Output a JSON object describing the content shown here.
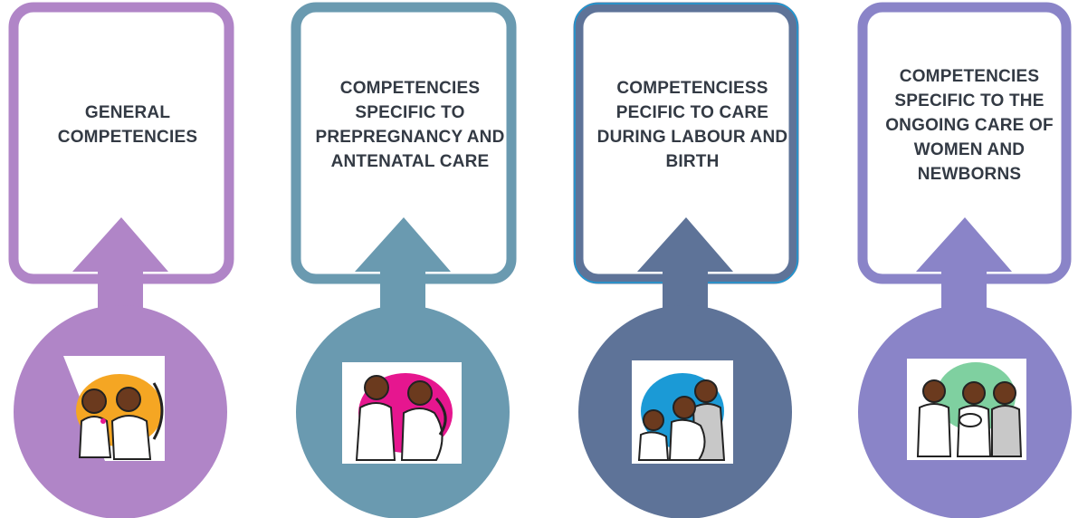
{
  "cards": [
    {
      "label": "GENERAL COMPETENCIES",
      "color": "#b085c7",
      "icon": "caregiver-and-patient-illustration",
      "blob_color": "#f5a623"
    },
    {
      "label": "COMPETENCIES SPECIFIC TO PREPREGNANCY AND ANTENATAL CARE",
      "color": "#6a9ab0",
      "icon": "caregiver-and-pregnant-woman-illustration",
      "blob_color": "#e6168f"
    },
    {
      "label": "COMPETENCIESS PECIFIC TO CARE DURING LABOUR AND BIRTH",
      "color": "#5e7398",
      "icon": "labour-support-illustration",
      "blob_color": "#1b9ad6"
    },
    {
      "label": "COMPETENCIES SPECIFIC TO THE ONGOING CARE OF WOMEN AND NEWBORNS",
      "color": "#8a84c8",
      "icon": "mother-newborn-family-illustration",
      "blob_color": "#7fd0a0"
    }
  ]
}
